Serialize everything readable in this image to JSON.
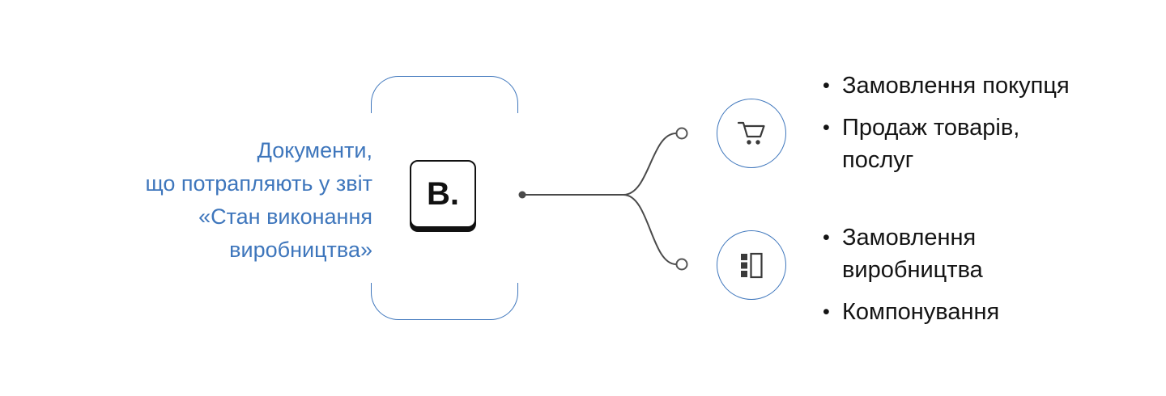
{
  "colors": {
    "accent_blue": "#3e76bc",
    "text_dark": "#141414",
    "line_gray": "#4a4a4a",
    "keycap_black": "#111111"
  },
  "bullet": "•",
  "intro": {
    "text": "Документи,\nщо потрапляють у звіт\n«Стан виконання\nвиробництва»"
  },
  "keycap": {
    "label": "В."
  },
  "branches": {
    "top": {
      "icon": "shopping-cart-icon",
      "items": [
        "Замовлення покупця",
        "Продаж товарів,\nпослуг"
      ]
    },
    "bottom": {
      "icon": "production-components-icon",
      "items": [
        "Замовлення\nвиробництва",
        "Компонування"
      ]
    }
  }
}
